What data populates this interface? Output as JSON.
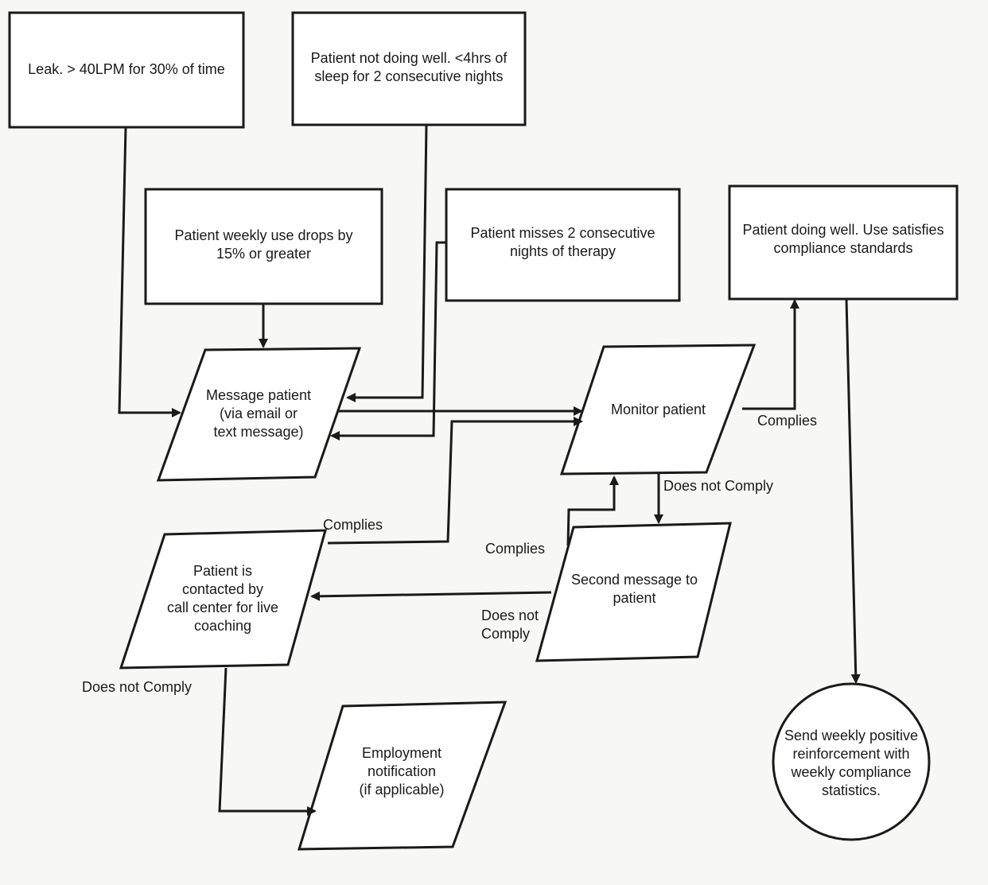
{
  "diagram": {
    "nodes": {
      "leak": {
        "text": "Leak. > 40LPM for 30% of time"
      },
      "not_well": {
        "text": "Patient not doing well.  <4hrs of\nsleep for 2 consecutive nights"
      },
      "weekly_drop": {
        "text": "Patient weekly use drops by\n15% or greater"
      },
      "misses": {
        "text": "Patient misses 2 consecutive\nnights of therapy"
      },
      "doing_well": {
        "text": "Patient doing well.  Use satisfies\ncompliance standards"
      },
      "message": {
        "text": "Message patient\n(via email or\ntext message)"
      },
      "monitor": {
        "text": "Monitor patient"
      },
      "second": {
        "text": "Second message to\npatient"
      },
      "call_center": {
        "text": "Patient is\ncontacted by\ncall center for live\ncoaching"
      },
      "employment": {
        "text": "Employment\nnotification\n(if applicable)"
      },
      "reinforce": {
        "text": "Send weekly positive\nreinforcement with\nweekly compliance\nstatistics."
      }
    },
    "edge_labels": {
      "monitor_complies": "Complies",
      "monitor_not_comply": "Does not Comply",
      "call_complies": "Complies",
      "second_complies": "Complies",
      "second_not_comply": "Does not\nComply",
      "call_not_comply": "Does not Comply"
    }
  }
}
